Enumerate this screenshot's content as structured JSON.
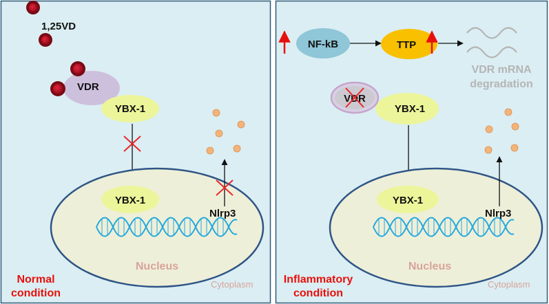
{
  "left_panel": {
    "ligand_label": "1,25VD",
    "vdr_label": "VDR",
    "ybx1_cytoplasm_label": "YBX-1",
    "ybx1_nucleus_label": "YBX-1",
    "nlrp3_label": "Nlrp3",
    "nucleus_label": "Nucleus",
    "cytoplasm_label": "Cytoplasm",
    "condition_line1": "Normal",
    "condition_line2": "condition"
  },
  "right_panel": {
    "nfkb_label": "NF-kB",
    "ttp_label": "TTP",
    "mrna_line1": "VDR mRNA",
    "mrna_line2": "degradation",
    "vdr_label": "VDR",
    "ybx1_cytoplasm_label": "YBX-1",
    "ybx1_nucleus_label": "YBX-1",
    "nlrp3_label": "Nlrp3",
    "nucleus_label": "Nucleus",
    "cytoplasm_label": "Cytoplasm",
    "condition_line1": "Inflammatory",
    "condition_line2": "condition"
  },
  "colors": {
    "panel_bg": "#dbeef3",
    "panel_border": "#2e5a78",
    "nucleus_fill": "#eeefd9",
    "nucleus_border": "#2f5586",
    "ybx1": "#ecf59a",
    "vdr": "#cdc0dd",
    "nfkb": "#8fc6d8",
    "ttp": "#f9c000",
    "ligand": "#c8102e",
    "dot": "#f3b47a",
    "dna": "#24a8dc",
    "block_x": "#e8282c",
    "condition_text": "#e8100c",
    "nucleus_text": "#d8a39a",
    "grey_text": "#b5b5b5"
  }
}
